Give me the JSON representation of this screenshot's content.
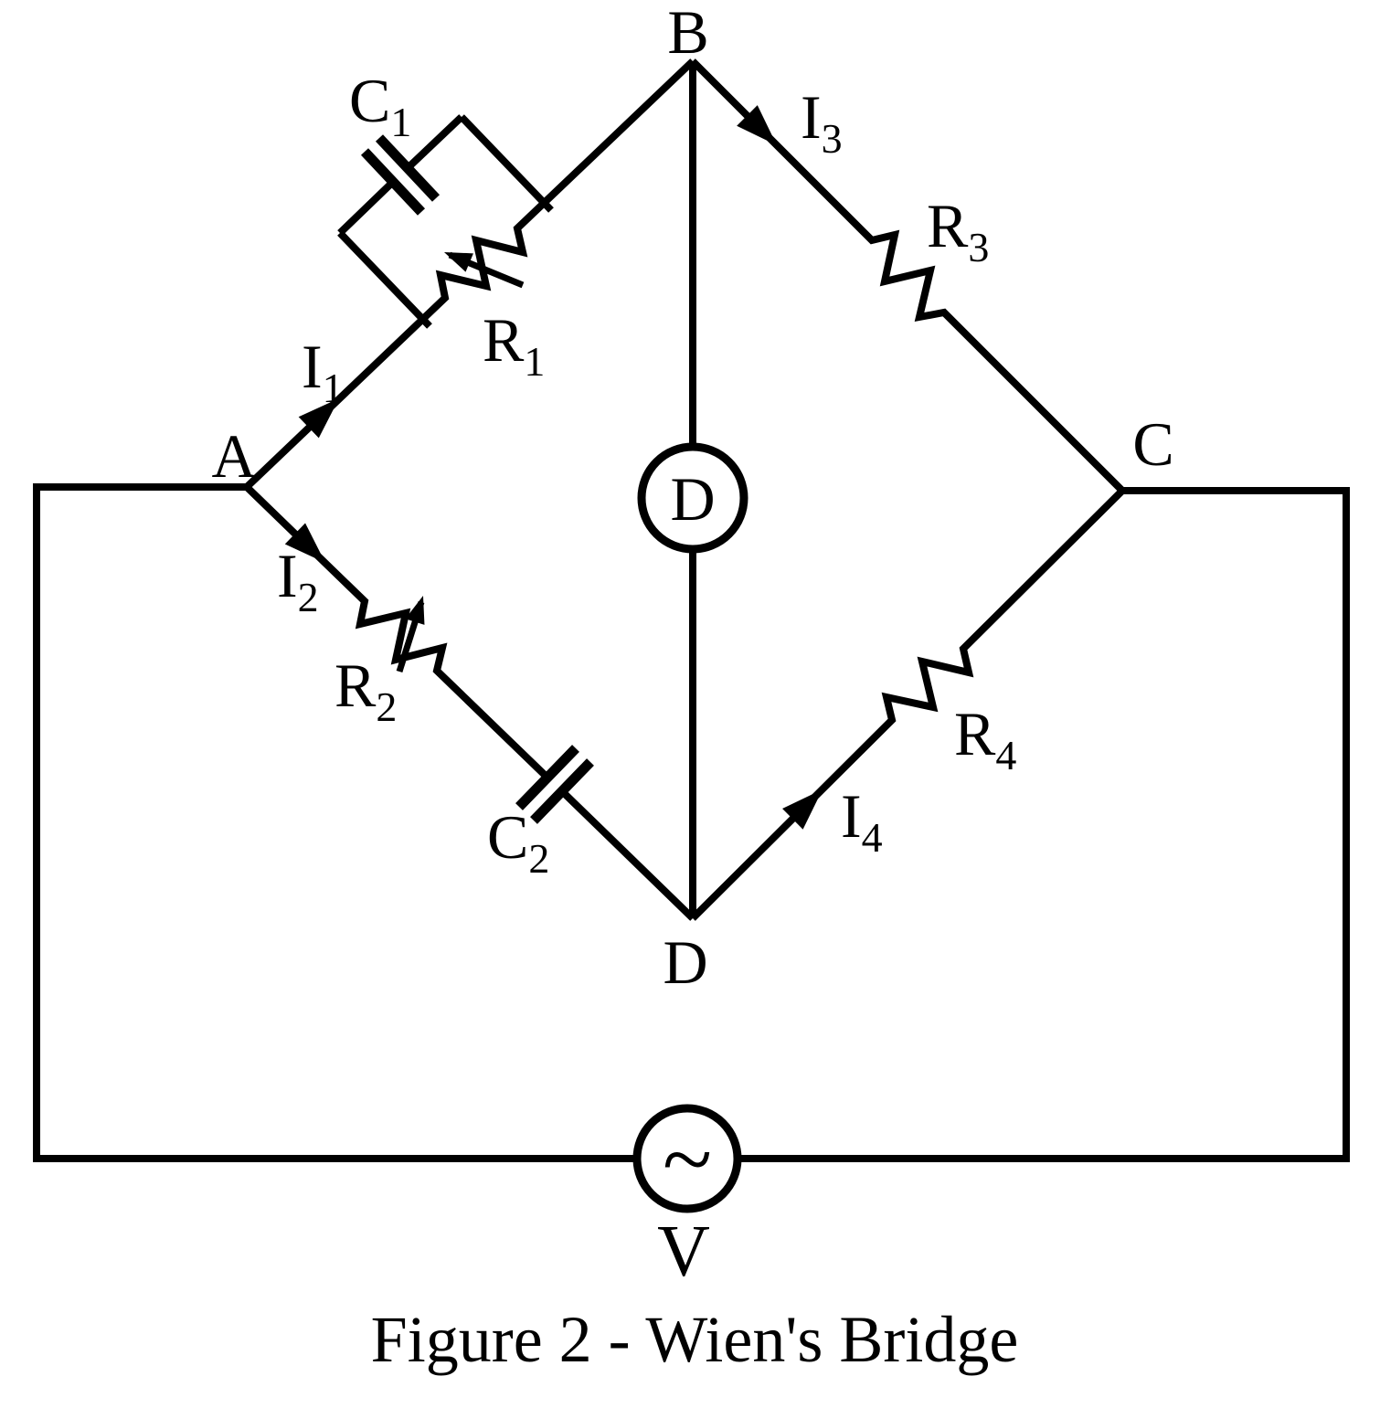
{
  "figure": {
    "caption": "Figure 2 - Wien's Bridge"
  },
  "nodes": {
    "a": "A",
    "b": "B",
    "c": "C",
    "d": "D"
  },
  "detector": {
    "label": "D"
  },
  "source": {
    "symbol": "~",
    "label": "V"
  },
  "components": {
    "c1": {
      "sym": "C",
      "sub": "1"
    },
    "r1": {
      "sym": "R",
      "sub": "1"
    },
    "r2": {
      "sym": "R",
      "sub": "2"
    },
    "c2": {
      "sym": "C",
      "sub": "2"
    },
    "r3": {
      "sym": "R",
      "sub": "3"
    },
    "r4": {
      "sym": "R",
      "sub": "4"
    }
  },
  "currents": {
    "i1": {
      "sym": "I",
      "sub": "1"
    },
    "i2": {
      "sym": "I",
      "sub": "2"
    },
    "i3": {
      "sym": "I",
      "sub": "3"
    },
    "i4": {
      "sym": "I",
      "sub": "4"
    }
  },
  "colors": {
    "stroke": "#000000",
    "background": "#ffffff"
  }
}
